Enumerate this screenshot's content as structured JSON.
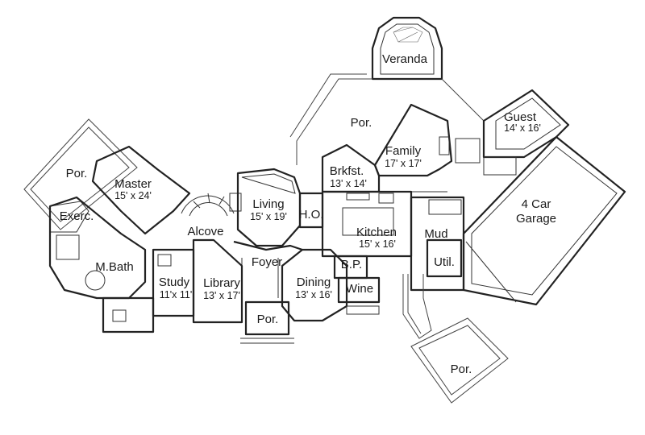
{
  "rooms": {
    "veranda": {
      "name": "Veranda"
    },
    "porch_rear": {
      "name": "Por."
    },
    "guest": {
      "name": "Guest",
      "size": "14' x 16'"
    },
    "family": {
      "name": "Family",
      "size": "17' x 17'"
    },
    "brkfst": {
      "name": "Brkfst.",
      "size": "13' x 14'"
    },
    "master": {
      "name": "Master",
      "size": "15' x 24'"
    },
    "porch_master": {
      "name": "Por."
    },
    "exerc": {
      "name": "Exerc."
    },
    "alcove": {
      "name": "Alcove"
    },
    "living": {
      "name": "Living",
      "size": "15' x 19'"
    },
    "ho": {
      "name": "H.O."
    },
    "kitchen": {
      "name": "Kitchen",
      "size": "15' x 16'"
    },
    "garage": {
      "name": "4 Car",
      "name2": "Garage"
    },
    "mud": {
      "name": "Mud"
    },
    "util": {
      "name": "Util."
    },
    "foyer": {
      "name": "Foyer"
    },
    "bp": {
      "name": "B.P."
    },
    "mbath": {
      "name": "M.Bath"
    },
    "study": {
      "name": "Study",
      "size": "11'x 11'"
    },
    "library": {
      "name": "Library",
      "size": "13' x 17'"
    },
    "dining": {
      "name": "Dining",
      "size": "13' x 16'"
    },
    "wine": {
      "name": "Wine"
    },
    "porch_front": {
      "name": "Por."
    },
    "porch_side": {
      "name": "Por."
    }
  }
}
